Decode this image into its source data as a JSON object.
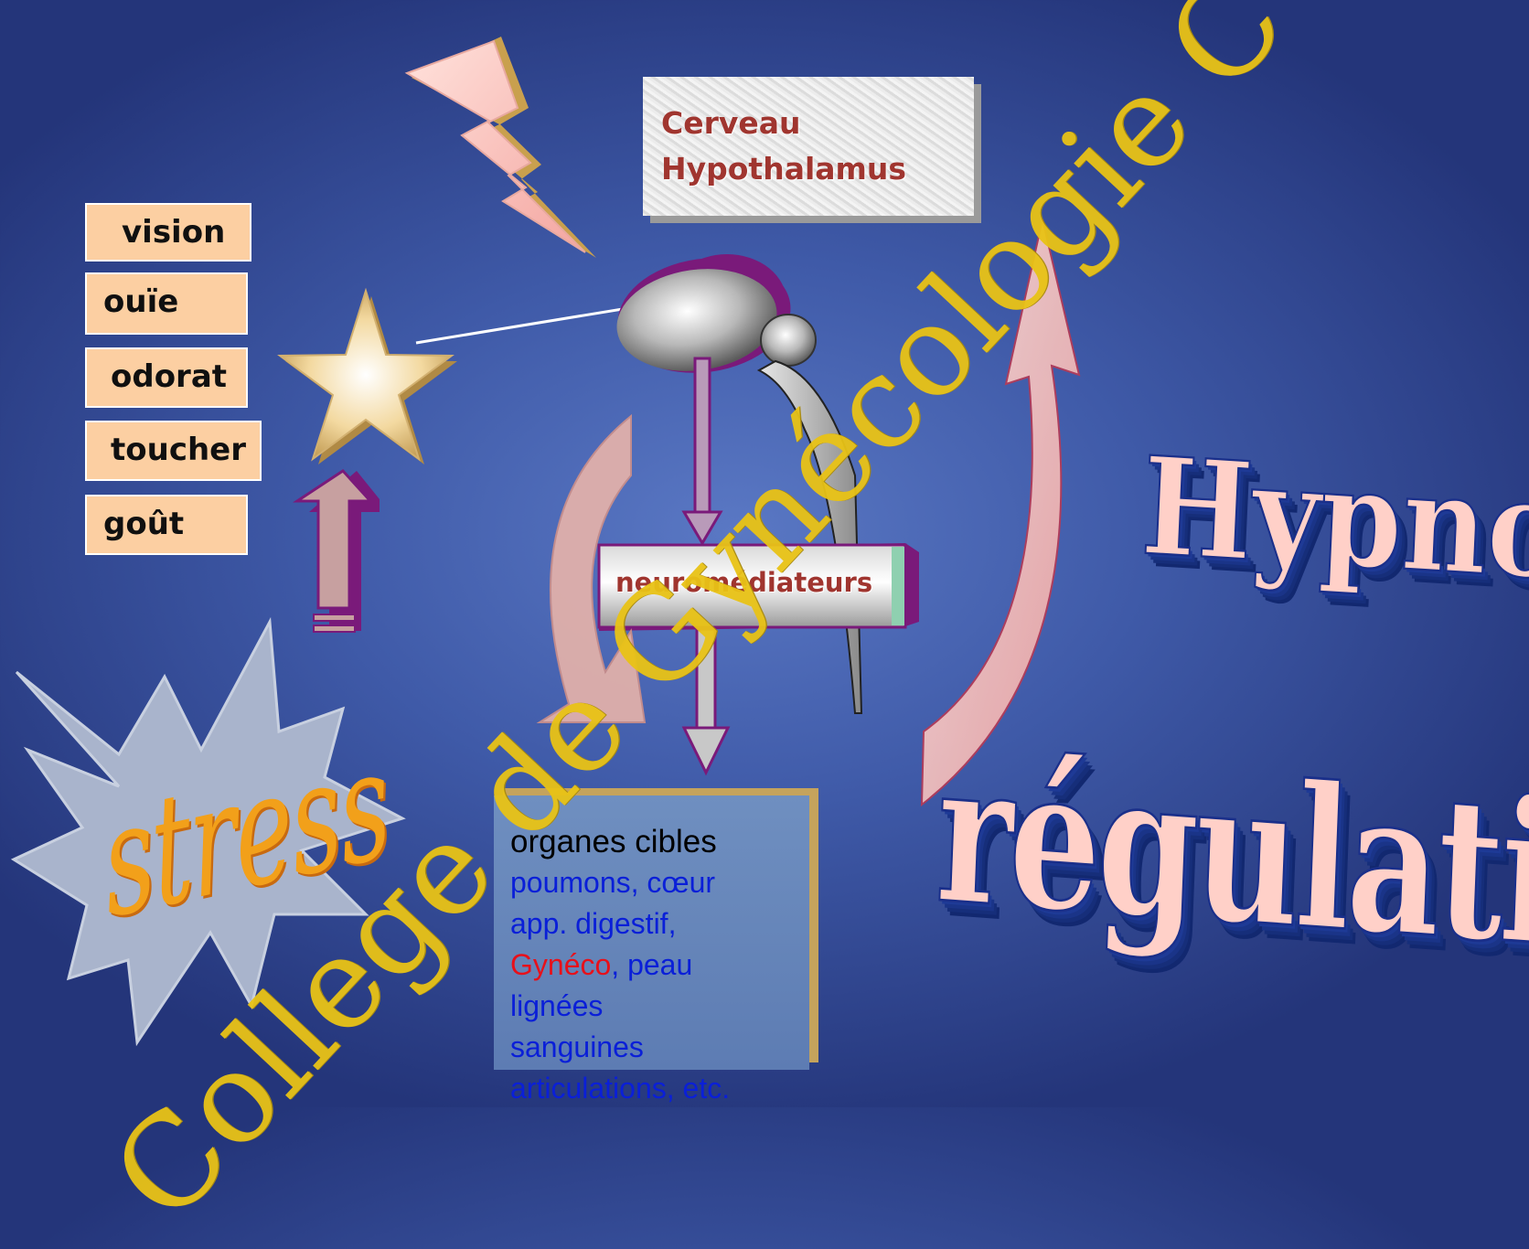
{
  "senses": [
    "vision",
    "ouïe",
    "odorat",
    "toucher",
    "goût"
  ],
  "brain": {
    "line1": "Cerveau",
    "line2": "Hypothalamus"
  },
  "neuromediateurs": "neuromédiateurs",
  "organs": {
    "title": "organes cibles",
    "line1": "poumons, cœur",
    "line2": "app. digestif,",
    "line3_red": "Gynéco",
    "line3_rest": ", peau",
    "line4": "lignées",
    "line5": "sanguines",
    "line6": "articulations, etc."
  },
  "stress": "stress",
  "hypnose": "Hypnose",
  "regulation": "régulation",
  "watermark": "College de Gynécologie CVL",
  "colors": {
    "sense_box": "#fccfa2",
    "brain_text": "#a0352f",
    "organ_blue": "#0a1fd8",
    "organ_red": "#e8101a",
    "watermark": "#e9c316"
  }
}
